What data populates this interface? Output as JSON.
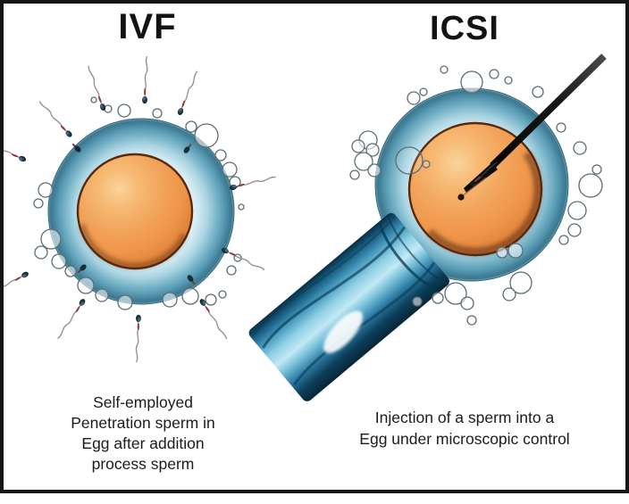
{
  "figure": {
    "background": "#ffffff",
    "border_color": "#161616",
    "panels": [
      {
        "id": "ivf",
        "title": "IVF",
        "caption_lines": [
          "Self-employed",
          "Penetration sperm in",
          "Egg after addition",
          "process sperm"
        ]
      },
      {
        "id": "icsi",
        "title": "ICSI",
        "caption_lines": [
          "Injection of a sperm into a",
          "Egg under microscopic control"
        ]
      }
    ],
    "colors": {
      "ring_outer": "#3c7890",
      "ring_mid": "#7cb6ca",
      "ring_inner": "#e8f4f8",
      "yolk": "#f2a55c",
      "yolk_highlight": "#fad49c",
      "yolk_rim": "#5b2a0e",
      "sperm_head": "#17262e",
      "sperm_neck": "#8f3a3a",
      "sperm_tail": "#9b8d89",
      "bubble_outline": "#5c6e75",
      "needle": "#111111",
      "pipette_dark": "#0a3650",
      "pipette_light": "#c2e9f4",
      "text": "#1a1a1a"
    }
  }
}
